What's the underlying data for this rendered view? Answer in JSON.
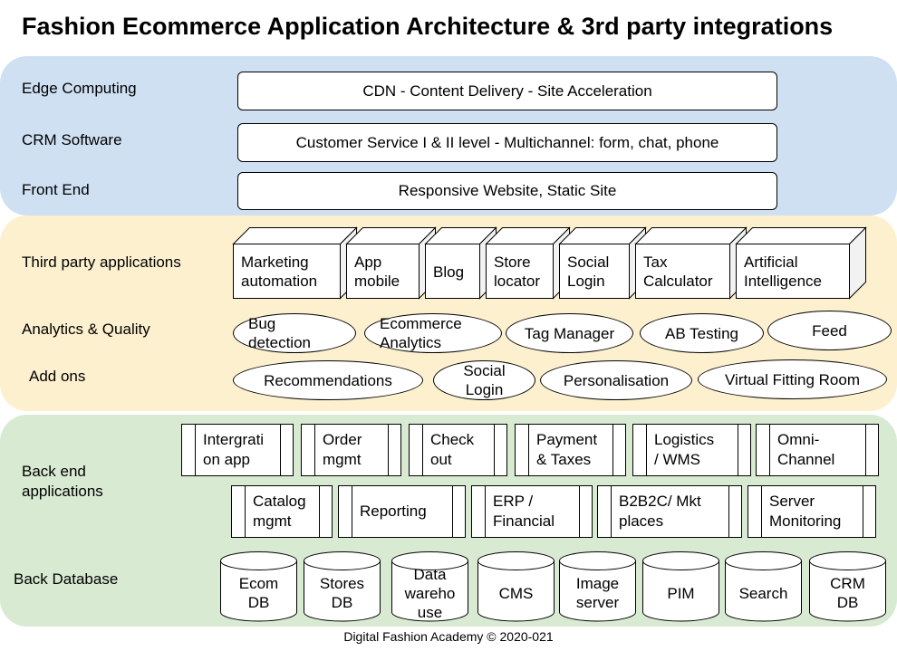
{
  "title": "Fashion Ecommerce Application Architecture & 3rd party integrations",
  "footer": "Digital Fashion Academy © 2020-021",
  "colors": {
    "edge_band": "#cfe0f2",
    "third_party_band": "#fdf0cf",
    "back_end_band": "#d9ead2"
  },
  "layers": {
    "edge_computing": "Edge Computing",
    "crm_software": "CRM Software",
    "front_end": "Front End",
    "third_party": "Third party applications",
    "analytics": "Analytics & Quality",
    "add_ons": "Add ons",
    "back_end": "Back end\napplications",
    "back_database": "Back Database"
  },
  "edge": {
    "cdn": "CDN - Content Delivery - Site Acceleration",
    "crm": "Customer Service I & II level - Multichannel: form, chat, phone",
    "front": "Responsive Website, Static Site"
  },
  "third_party_apps": [
    "Marketing\nautomation",
    "App\nmobile",
    "Blog",
    "Store\nlocator",
    "Social\nLogin",
    "Tax\nCalculator",
    "Artificial\nIntelligence"
  ],
  "analytics_items": [
    "Bug\ndetection",
    "Ecommerce\nAnalytics",
    "Tag Manager",
    "AB Testing",
    "Feed"
  ],
  "addon_items": [
    "Recommendations",
    "Social\nLogin",
    "Personalisation",
    "Virtual Fitting Room"
  ],
  "backend_row1": [
    "Intergrati\non app",
    "Order\nmgmt",
    "Check\nout",
    "Payment\n& Taxes",
    "Logistics\n/ WMS",
    "Omni-\nChannel"
  ],
  "backend_row2": [
    "Catalog\nmgmt",
    "Reporting",
    "ERP /\nFinancial",
    "B2B2C/ Mkt\nplaces",
    "Server\nMonitoring"
  ],
  "databases": [
    "Ecom\nDB",
    "Stores\nDB",
    "Data\nwareho\nuse",
    "CMS",
    "Image\nserver",
    "PIM",
    "Search",
    "CRM\nDB"
  ]
}
